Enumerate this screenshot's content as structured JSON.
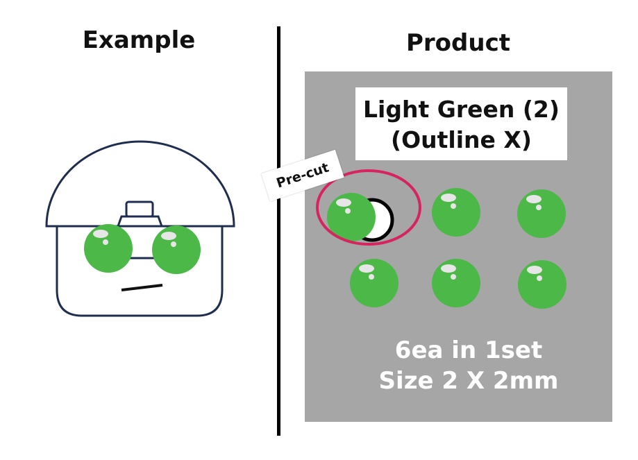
{
  "example": {
    "title": "Example"
  },
  "product": {
    "title": "Product",
    "label_line1": "Light Green (2)",
    "label_line2": "(Outline X)",
    "precut": "Pre-cut",
    "info_line1": "6ea in 1set",
    "info_line2": "Size 2 X 2mm"
  },
  "colors": {
    "eye_green": "#4cb848",
    "panel_gray": "#a6a6a6",
    "outline_navy": "#1f2d4e",
    "precut_ring": "#d6245f"
  }
}
